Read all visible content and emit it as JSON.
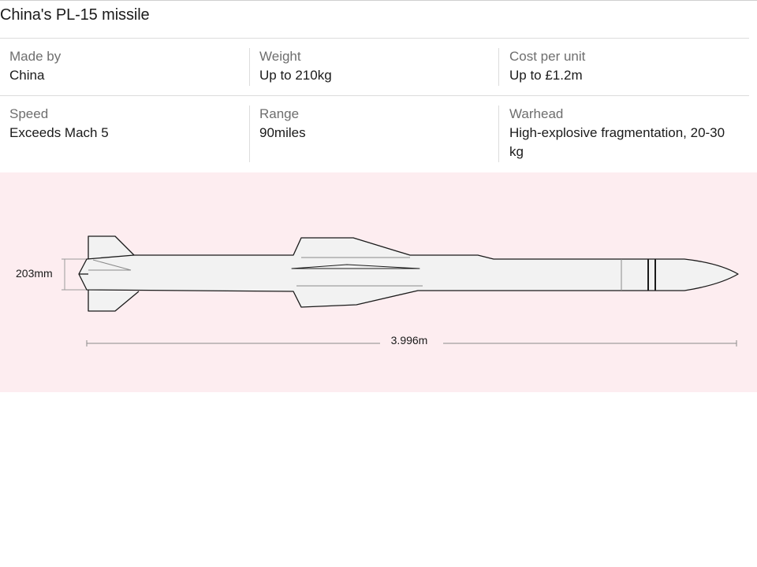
{
  "title": "China's PL-15 missile",
  "specs": [
    {
      "label": "Made by",
      "value": "China"
    },
    {
      "label": "Weight",
      "value": "Up to 210kg"
    },
    {
      "label": "Cost per unit",
      "value": "Up to £1.2m"
    },
    {
      "label": "Speed",
      "value": "Exceeds Mach 5"
    },
    {
      "label": "Range",
      "value": "90miles"
    },
    {
      "label": "Warhead",
      "value": "High-explosive fragmentation, 20-30 kg"
    }
  ],
  "diagram": {
    "diameter_label": "203mm",
    "length_label": "3.996m"
  },
  "colors": {
    "panel_bg": "#fdedf0",
    "missile_fill": "#f2f2f2",
    "outline": "#1a1a1a",
    "label_text": "#6e6e6e"
  }
}
